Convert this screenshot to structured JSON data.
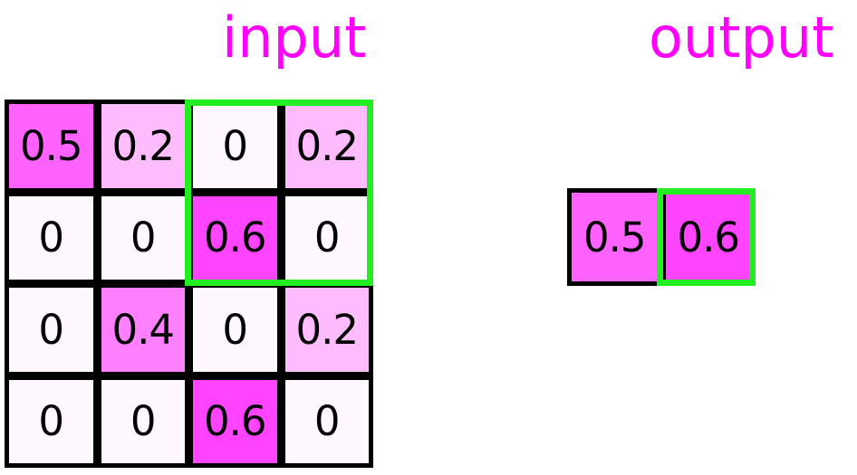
{
  "input": {
    "title": "input",
    "cells": [
      [
        "0.5",
        "0.2",
        "0",
        "0.2"
      ],
      [
        "0",
        "0",
        "0.6",
        "0"
      ],
      [
        "0",
        "0.4",
        "0",
        "0.2"
      ],
      [
        "0",
        "0",
        "0.6",
        "0"
      ]
    ],
    "highlight_window": {
      "rows": [
        0,
        1
      ],
      "cols": [
        2,
        3
      ]
    }
  },
  "output": {
    "title": "output",
    "cells": [
      [
        "0.5",
        "0.6"
      ]
    ],
    "highlight_cell": {
      "row": 0,
      "col": 1
    }
  },
  "colors": {
    "title": "#ff00ff",
    "highlight": "#22ee22",
    "grid_border": "#000000",
    "cell_zero": "#fff8ff",
    "cell_max": "#ff44ff"
  }
}
